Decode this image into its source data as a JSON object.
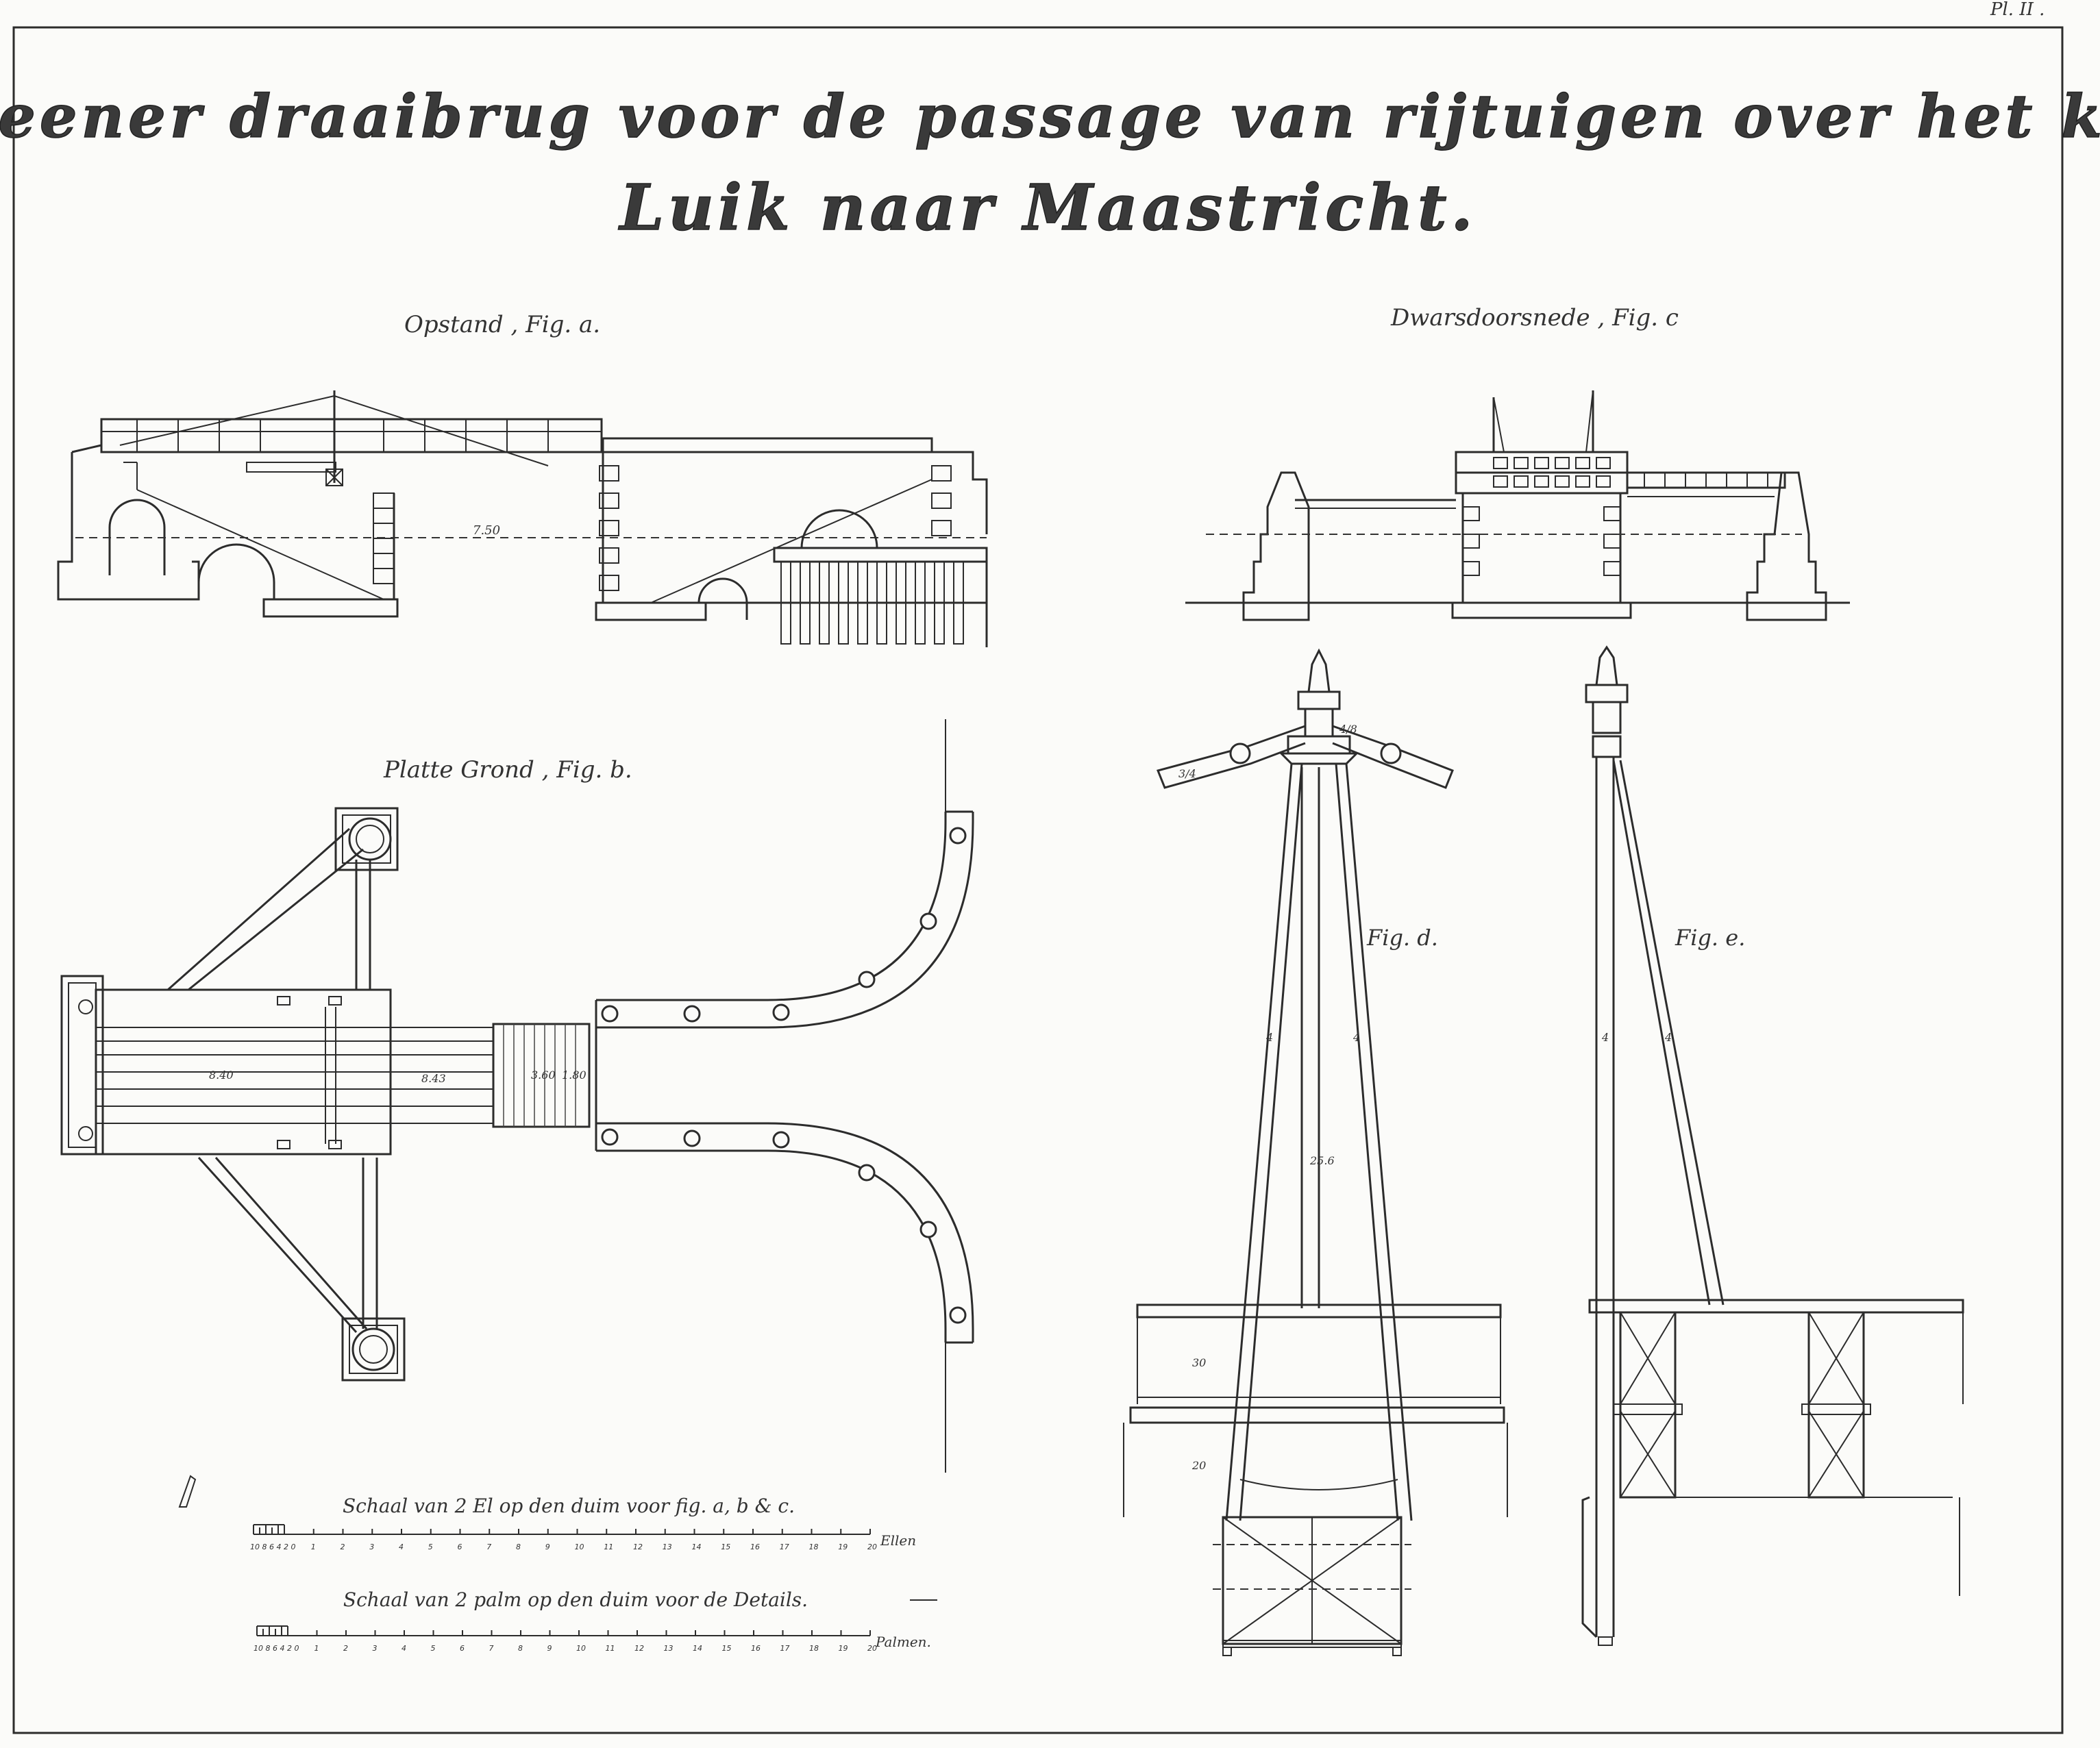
{
  "plate": "Pl. II .",
  "title": {
    "line1": "Teekening eener draaibrug voor de passage van rijtuigen over het kanaal van",
    "line2": "Luik naar Maastricht."
  },
  "figures": {
    "a": {
      "label": "Opstand , Fig. a.",
      "dim": "7.50"
    },
    "b": {
      "label": "Platte Grond , Fig. b.",
      "dims": [
        "8.40",
        "8.43",
        "3.60",
        "1.80"
      ]
    },
    "c": {
      "label": "Dwarsdoorsnede , Fig. c"
    },
    "d": {
      "label": "Fig. d.",
      "dims": [
        "3/4",
        "4/8",
        "4",
        "4",
        "25.6",
        "30",
        "20"
      ]
    },
    "e": {
      "label": "Fig. e.",
      "dims": [
        "4",
        "4"
      ]
    }
  },
  "scales": [
    {
      "caption": "Schaal van 2 El op den duim voor fig. a, b & c.",
      "unit": "Ellen",
      "sub_ticks": "10 8 6 4 2 0",
      "ticks": [
        "1",
        "2",
        "3",
        "4",
        "5",
        "6",
        "7",
        "8",
        "9",
        "10",
        "11",
        "12",
        "13",
        "14",
        "15",
        "16",
        "17",
        "18",
        "19",
        "20"
      ]
    },
    {
      "caption": "Schaal van 2 palm op den duim voor de Details.",
      "unit": "Palmen.",
      "sub_ticks": "10 8 6 4 2 0",
      "ticks": [
        "1",
        "2",
        "3",
        "4",
        "5",
        "6",
        "7",
        "8",
        "9",
        "10",
        "11",
        "12",
        "13",
        "14",
        "15",
        "16",
        "17",
        "18",
        "19",
        "20"
      ]
    }
  ]
}
